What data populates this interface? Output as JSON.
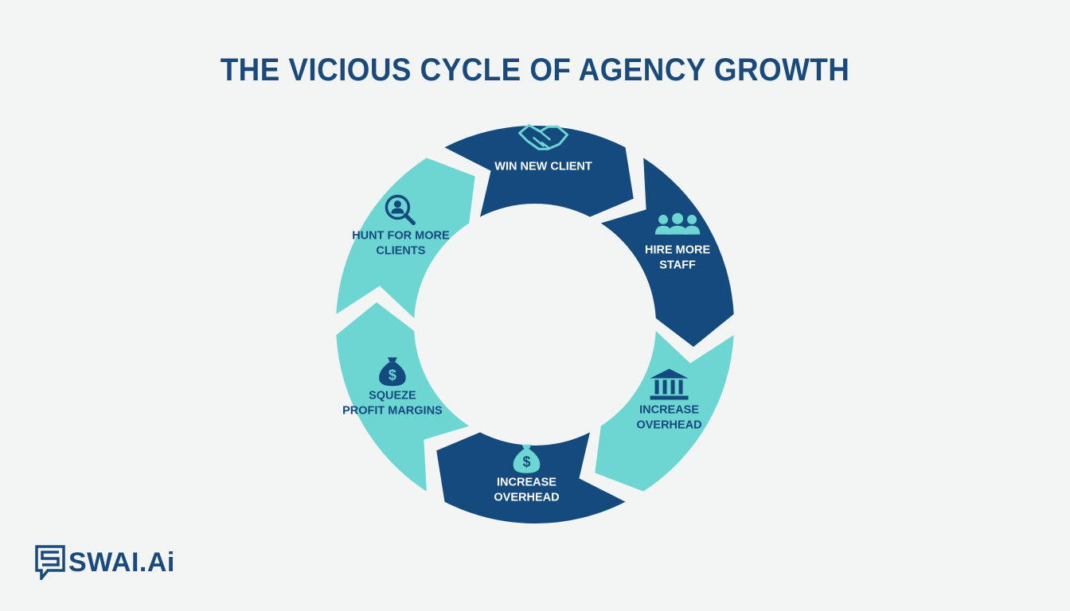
{
  "title": "THE VICIOUS CYCLE OF AGENCY GROWTH",
  "colors": {
    "dark": "#144a7d",
    "light": "#6dd6d3",
    "title": "#1a4a7c",
    "background": "#f3f4f4"
  },
  "cycle": {
    "segments": [
      {
        "label_lines": [
          "WIN NEW CLIENT"
        ],
        "icon": "handshake-icon",
        "style": "dark"
      },
      {
        "label_lines": [
          "HIRE MORE",
          "STAFF"
        ],
        "icon": "team-icon",
        "style": "dark"
      },
      {
        "label_lines": [
          "INCREASE",
          "OVERHEAD"
        ],
        "icon": "bank-icon",
        "style": "light"
      },
      {
        "label_lines": [
          "INCREASE",
          "OVERHEAD"
        ],
        "icon": "money-bag-icon",
        "style": "dark"
      },
      {
        "label_lines": [
          "SQUEZE",
          "PROFIT MARGINS"
        ],
        "icon": "money-bag-icon",
        "style": "light"
      },
      {
        "label_lines": [
          "HUNT FOR MORE",
          "CLIENTS"
        ],
        "icon": "search-person-icon",
        "style": "light"
      }
    ]
  },
  "logo": {
    "text": "SWAI.Ai",
    "icon": "swai-logo-icon"
  }
}
